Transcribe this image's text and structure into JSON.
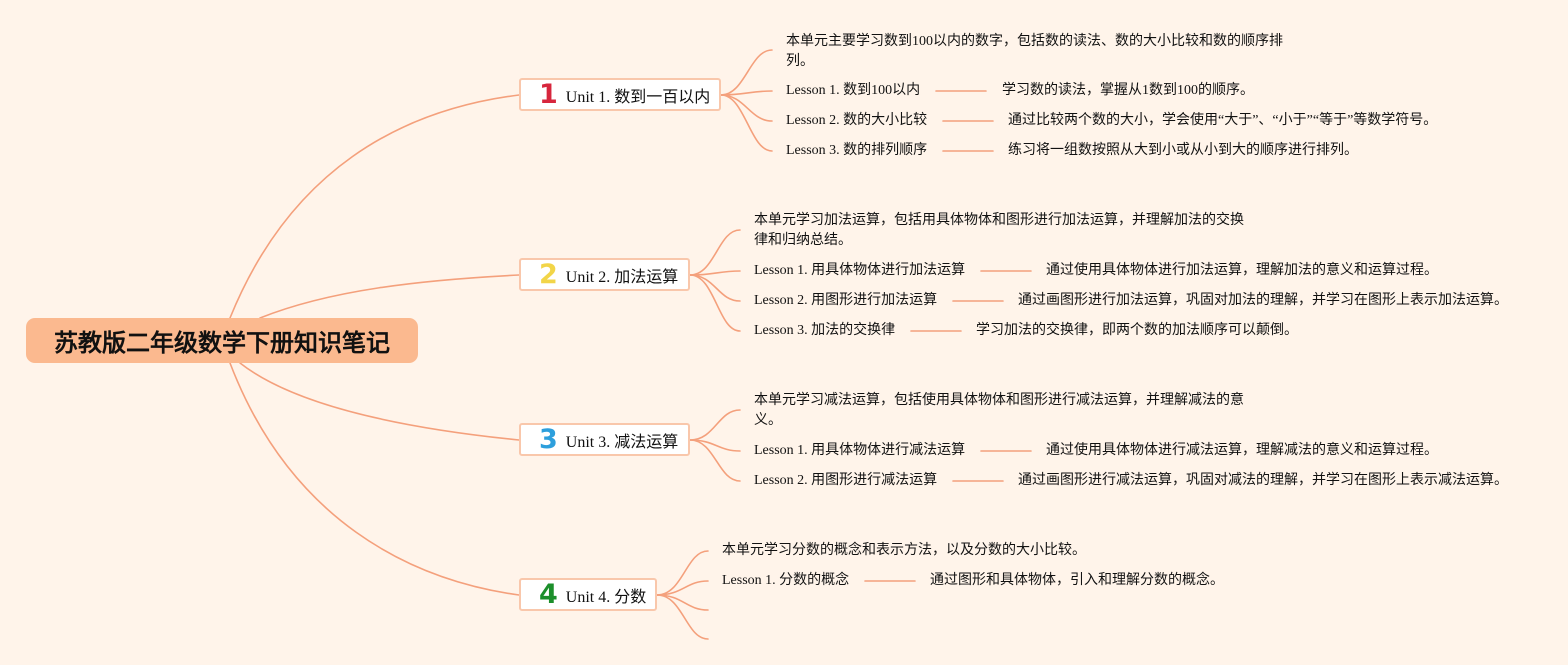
{
  "colors": {
    "background": "#fff4ea",
    "root_fill": "#fbb98f",
    "link": "#f4a07c",
    "unit_border": "#f9c7ab",
    "unit_1_number": "#d7263d",
    "unit_2_number": "#f2d548",
    "unit_3_number": "#2d9fdc",
    "unit_4_number": "#1c8f2b"
  },
  "root": {
    "title": "苏教版二年级数学下册知识笔记"
  },
  "units": [
    {
      "number": "1",
      "label": "Unit 1. 数到一百以内",
      "summary": "本单元主要学习数到100以内的数字，包括数的读法、数的大小比较和数的顺序排列。",
      "lessons": [
        {
          "label": "Lesson 1. 数到100以内",
          "desc": "学习数的读法，掌握从1数到100的顺序。"
        },
        {
          "label": "Lesson 2. 数的大小比较",
          "desc": "通过比较两个数的大小，学会使用“大于”、“小于”“等于”等数学符号。"
        },
        {
          "label": "Lesson 3. 数的排列顺序",
          "desc": "练习将一组数按照从大到小或从小到大的顺序进行排列。"
        }
      ]
    },
    {
      "number": "2",
      "label": "Unit 2. 加法运算",
      "summary": "本单元学习加法运算，包括用具体物体和图形进行加法运算，并理解加法的交换律和归纳总结。",
      "lessons": [
        {
          "label": "Lesson 1. 用具体物体进行加法运算",
          "desc": "通过使用具体物体进行加法运算，理解加法的意义和运算过程。"
        },
        {
          "label": "Lesson 2. 用图形进行加法运算",
          "desc": "通过画图形进行加法运算，巩固对加法的理解，并学习在图形上表示加法运算。"
        },
        {
          "label": "Lesson 3. 加法的交换律",
          "desc": "学习加法的交换律，即两个数的加法顺序可以颠倒。"
        }
      ]
    },
    {
      "number": "3",
      "label": "Unit 3. 减法运算",
      "summary": "本单元学习减法运算，包括使用具体物体和图形进行减法运算，并理解减法的意义。",
      "lessons": [
        {
          "label": "Lesson 1. 用具体物体进行减法运算",
          "desc": "通过使用具体物体进行减法运算，理解减法的意义和运算过程。"
        },
        {
          "label": "Lesson 2. 用图形进行减法运算",
          "desc": "通过画图形进行减法运算，巩固对减法的理解，并学习在图形上表示减法运算。"
        }
      ]
    },
    {
      "number": "4",
      "label": "Unit 4. 分数",
      "summary": "本单元学习分数的概念和表示方法，以及分数的大小比较。",
      "lessons": [
        {
          "label": "Lesson 1. 分数的概念",
          "desc": "通过图形和具体物体，引入和理解分数的概念。"
        }
      ]
    }
  ]
}
